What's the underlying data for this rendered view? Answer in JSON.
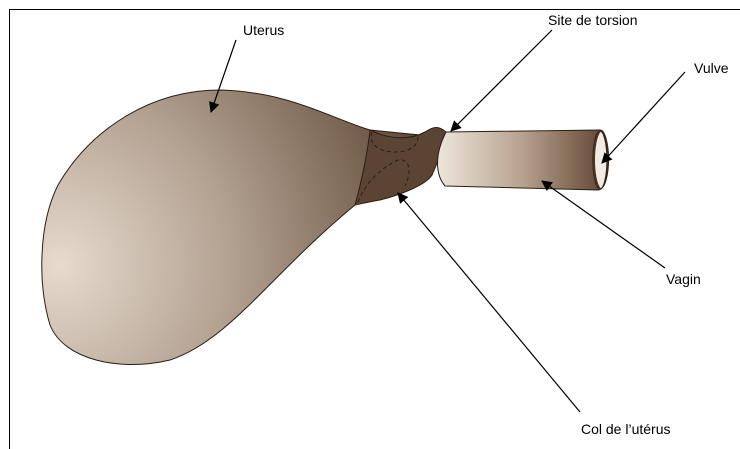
{
  "labels": {
    "uterus": "Uterus",
    "torsion_site": "Site de torsion",
    "vulva": "Vulve",
    "vagina": "Vagin",
    "cervix": "Col de l’utérus"
  },
  "colors": {
    "uterus_light": "#e4d9cc",
    "uterus_dark": "#5a4232",
    "cervix": "#5b4433",
    "vagina_light": "#e9e0d4",
    "vagina_dark": "#6a4d37",
    "outline": "#2a1e16"
  }
}
